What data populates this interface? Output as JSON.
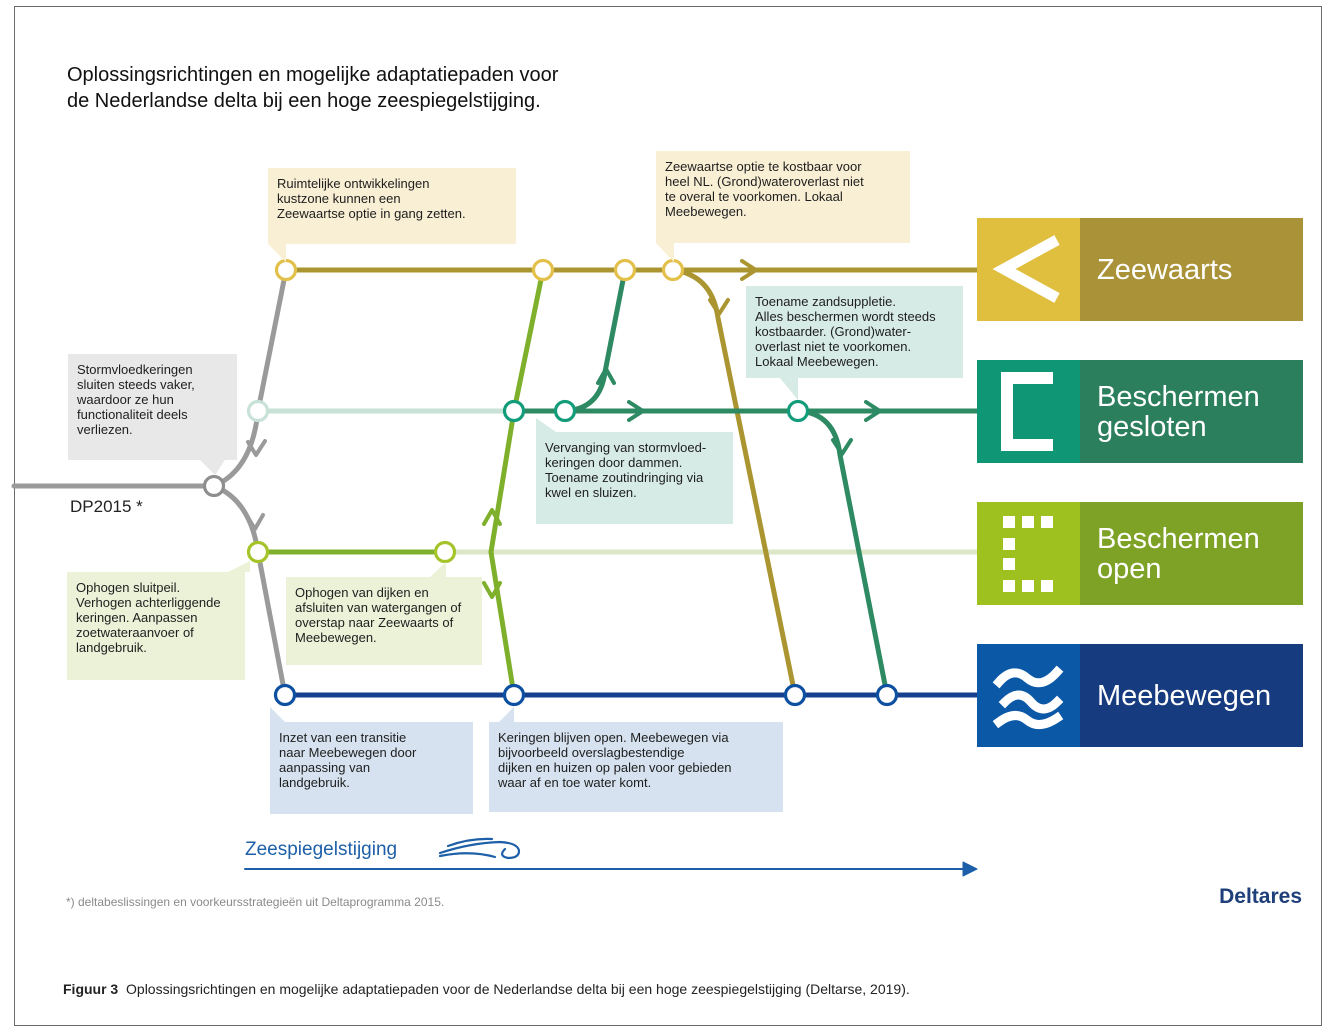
{
  "title": "Oplossingsrichtingen en mogelijke adaptatiepaden voor\nde Nederlandse delta bij een hoge zeespiegelstijging.",
  "start_label": "DP2015 *",
  "notes": {
    "ruimtelijke": "Ruimtelijke ontwikkelingen\nkustzone kunnen een\nZeewaartse optie in gang zetten.",
    "zeewaartse_duur": "Zeewaartse optie te kostbaar voor\nheel NL. (Grond)wateroverlast niet\nte overal te voorkomen. Lokaal\nMeebewegen.",
    "stormvloedkeringen": "Stormvloedkeringen\nsluiten steeds vaker,\nwaardoor ze hun\nfunctionaliteit deels\nverliezen.",
    "zandsuppletie": "Toename zandsuppletie.\nAlles beschermen wordt steeds\nkostbaarder. (Grond)water-\noverlast niet te voorkomen.\nLokaal Meebewegen.",
    "vervanging": "Vervanging van stormvloed-\nkeringen door dammen.\nToename zoutindringing via\nkwel en sluizen.",
    "sluitpeil": "Ophogen sluitpeil.\nVerhogen achterliggende\nkeringen. Aanpassen\nzoetwateraanvoer of\nlandgebruik.",
    "dijken": "Ophogen van dijken en\nafsluiten van watergangen of\noverstap naar Zeewaarts of\nMeebewegen.",
    "transitie": "Inzet van een transitie\nnaar Meebewegen door\naanpassing van\nlandgebruik.",
    "keringen_open": "Keringen blijven open. Meebewegen via\nbijvoorbeeld overslagbestendige\ndijken en huizen op palen voor gebieden\nwaar af en toe water komt."
  },
  "strategies": [
    {
      "label": "Zeewaarts",
      "icon": "chevron-left-icon",
      "icon_color": "#e0be3e",
      "label_color": "#a99237"
    },
    {
      "label": "Beschermen\ngesloten",
      "icon": "closed-bracket-icon",
      "icon_color": "#0f9675",
      "label_color": "#2b7f5d"
    },
    {
      "label": "Beschermen\nopen",
      "icon": "dashed-bracket-icon",
      "icon_color": "#9ec11f",
      "label_color": "#7ea226"
    },
    {
      "label": "Meebewegen",
      "icon": "waves-icon",
      "icon_color": "#0a58a6",
      "label_color": "#163b7e"
    }
  ],
  "line_colors": {
    "zeewaarts": "#ab9530",
    "gesloten": "#2d8a63",
    "gesloten_pale": "#c8e2d7",
    "open": "#7fb02b",
    "open_pale": "#dbe7c6",
    "meebewegen": "#14408f",
    "start": "#9a9a9a"
  },
  "axis_label": "Zeespiegelstijging",
  "footnote": "*) deltabeslissingen en voorkeursstrategieën uit Deltaprogramma 2015.",
  "brand": "Deltares",
  "caption": {
    "prefix": "Figuur 3",
    "text": "Oplossingsrichtingen en mogelijke adaptatiepaden voor de Nederlandse delta bij een hoge zeespiegelstijging (Deltarse, 2019)."
  }
}
